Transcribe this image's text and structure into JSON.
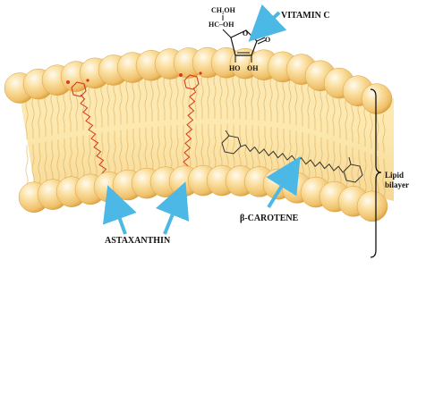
{
  "labels": {
    "vitamin_c": "VITAMIN C",
    "astaxanthin": "ASTAXANTHIN",
    "beta_carotene": "β-CAROTENE",
    "lipid_bilayer_line1": "Lipid",
    "lipid_bilayer_line2": "bilayer"
  },
  "vitamin_c_structure": {
    "ch2oh": "CH₂OH",
    "hcoh": "HC–OH",
    "ring_o": "O",
    "carbonyl_o": "O",
    "ho_left": "HO",
    "oh_right": "OH"
  },
  "colors": {
    "head_light": "#fff3cf",
    "head_mid": "#f8d58a",
    "head_dark": "#d89a36",
    "core": "#fbe3a0",
    "tail": "#d9a54e",
    "astaxanthin": "#d83a1a",
    "carotene": "#333333",
    "arrow": "#4bb8e6"
  },
  "icons": {
    "arrow": "arrow-icon",
    "bracket": "bracket-icon"
  }
}
